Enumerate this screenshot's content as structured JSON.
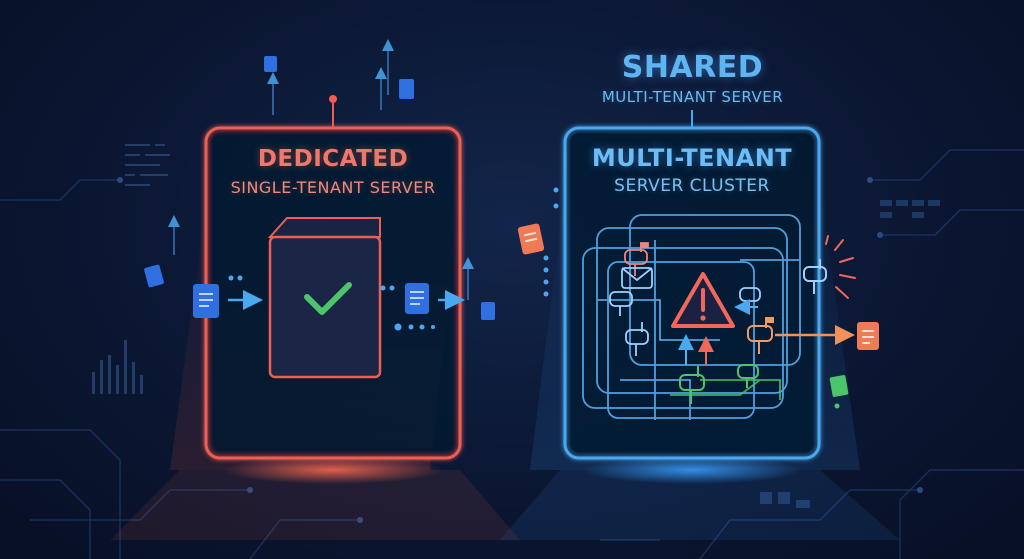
{
  "dedicated": {
    "title": "DEDICATED",
    "subtitle": "SINGLE-TENANT SERVER",
    "accent": "#ec5f52",
    "status_icon": "checkmark-icon"
  },
  "shared": {
    "title": "SHARED",
    "subtitle": "MULTI-TENANT SERVER",
    "box_title": "MULTI-TENANT",
    "box_subtitle": "SERVER CLUSTER",
    "accent": "#4aa8f0",
    "status_icon": "warning-icon"
  },
  "colors": {
    "background": "#0b1733",
    "document_blue": "#2f6fe0",
    "document_orange": "#f07a55",
    "document_green": "#4cc46a",
    "check_green": "#4cc46a",
    "warning_red": "#f0685a"
  }
}
